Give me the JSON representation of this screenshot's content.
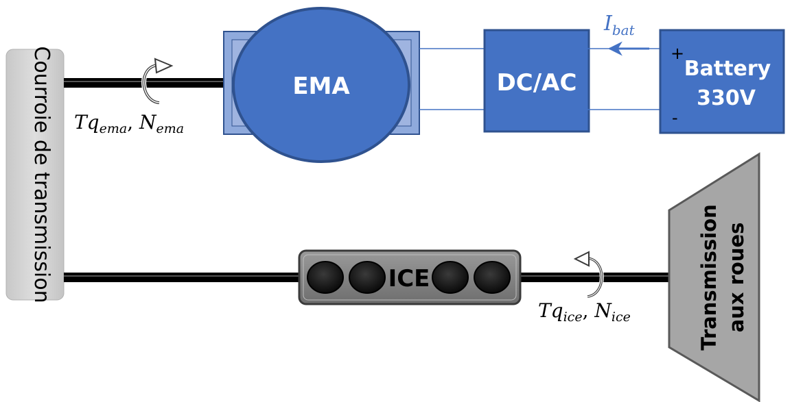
{
  "blocks": {
    "belt": "Courroie de transmission",
    "ema": "EMA",
    "inverter": "DC/AC",
    "battery_line1": "Battery",
    "battery_line2": "330V",
    "battery_plus": "+",
    "battery_minus": "-",
    "ice": "ICE",
    "wheels_line1": "Transmission",
    "wheels_line2": "aux roues"
  },
  "labels": {
    "ibat_main": "I",
    "ibat_sub": "bat",
    "ema_tq": "Tq",
    "ema_tq_sub": "ema",
    "ema_sep": ", ",
    "ema_n": "N",
    "ema_n_sub": "ema",
    "ice_tq": "Tq",
    "ice_tq_sub": "ice",
    "ice_sep": ", ",
    "ice_n": "N",
    "ice_n_sub": "ice"
  },
  "colors": {
    "blue_fill": "#4472c4",
    "blue_stroke": "#2f528f",
    "frame_fill": "#8faadc",
    "gray": "#a6a6a6",
    "dark_gray": "#7f7f7f",
    "shaft": "#000000",
    "current_arrow": "#4472c4"
  }
}
